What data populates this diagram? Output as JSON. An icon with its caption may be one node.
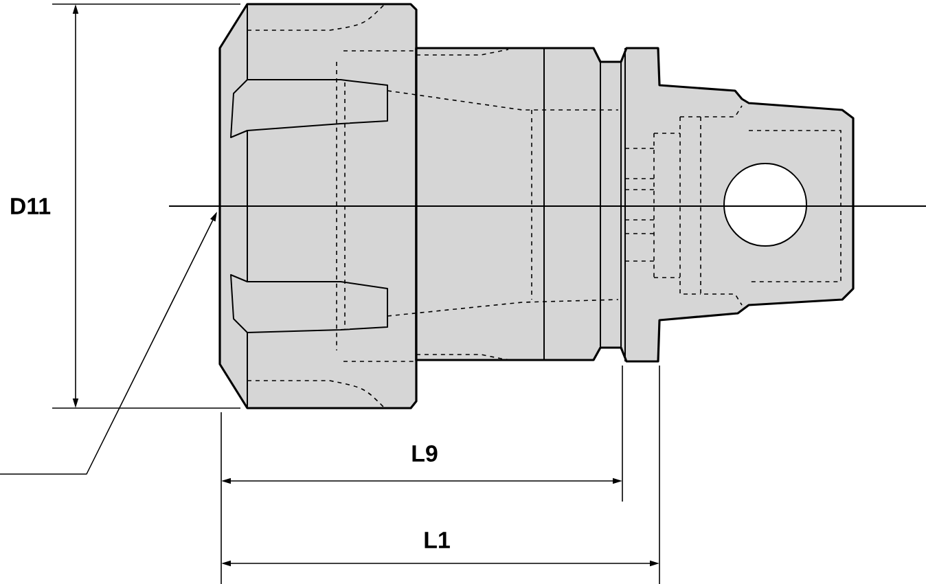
{
  "diagram": {
    "labels": [
      "D11",
      "L9",
      "L1"
    ]
  }
}
